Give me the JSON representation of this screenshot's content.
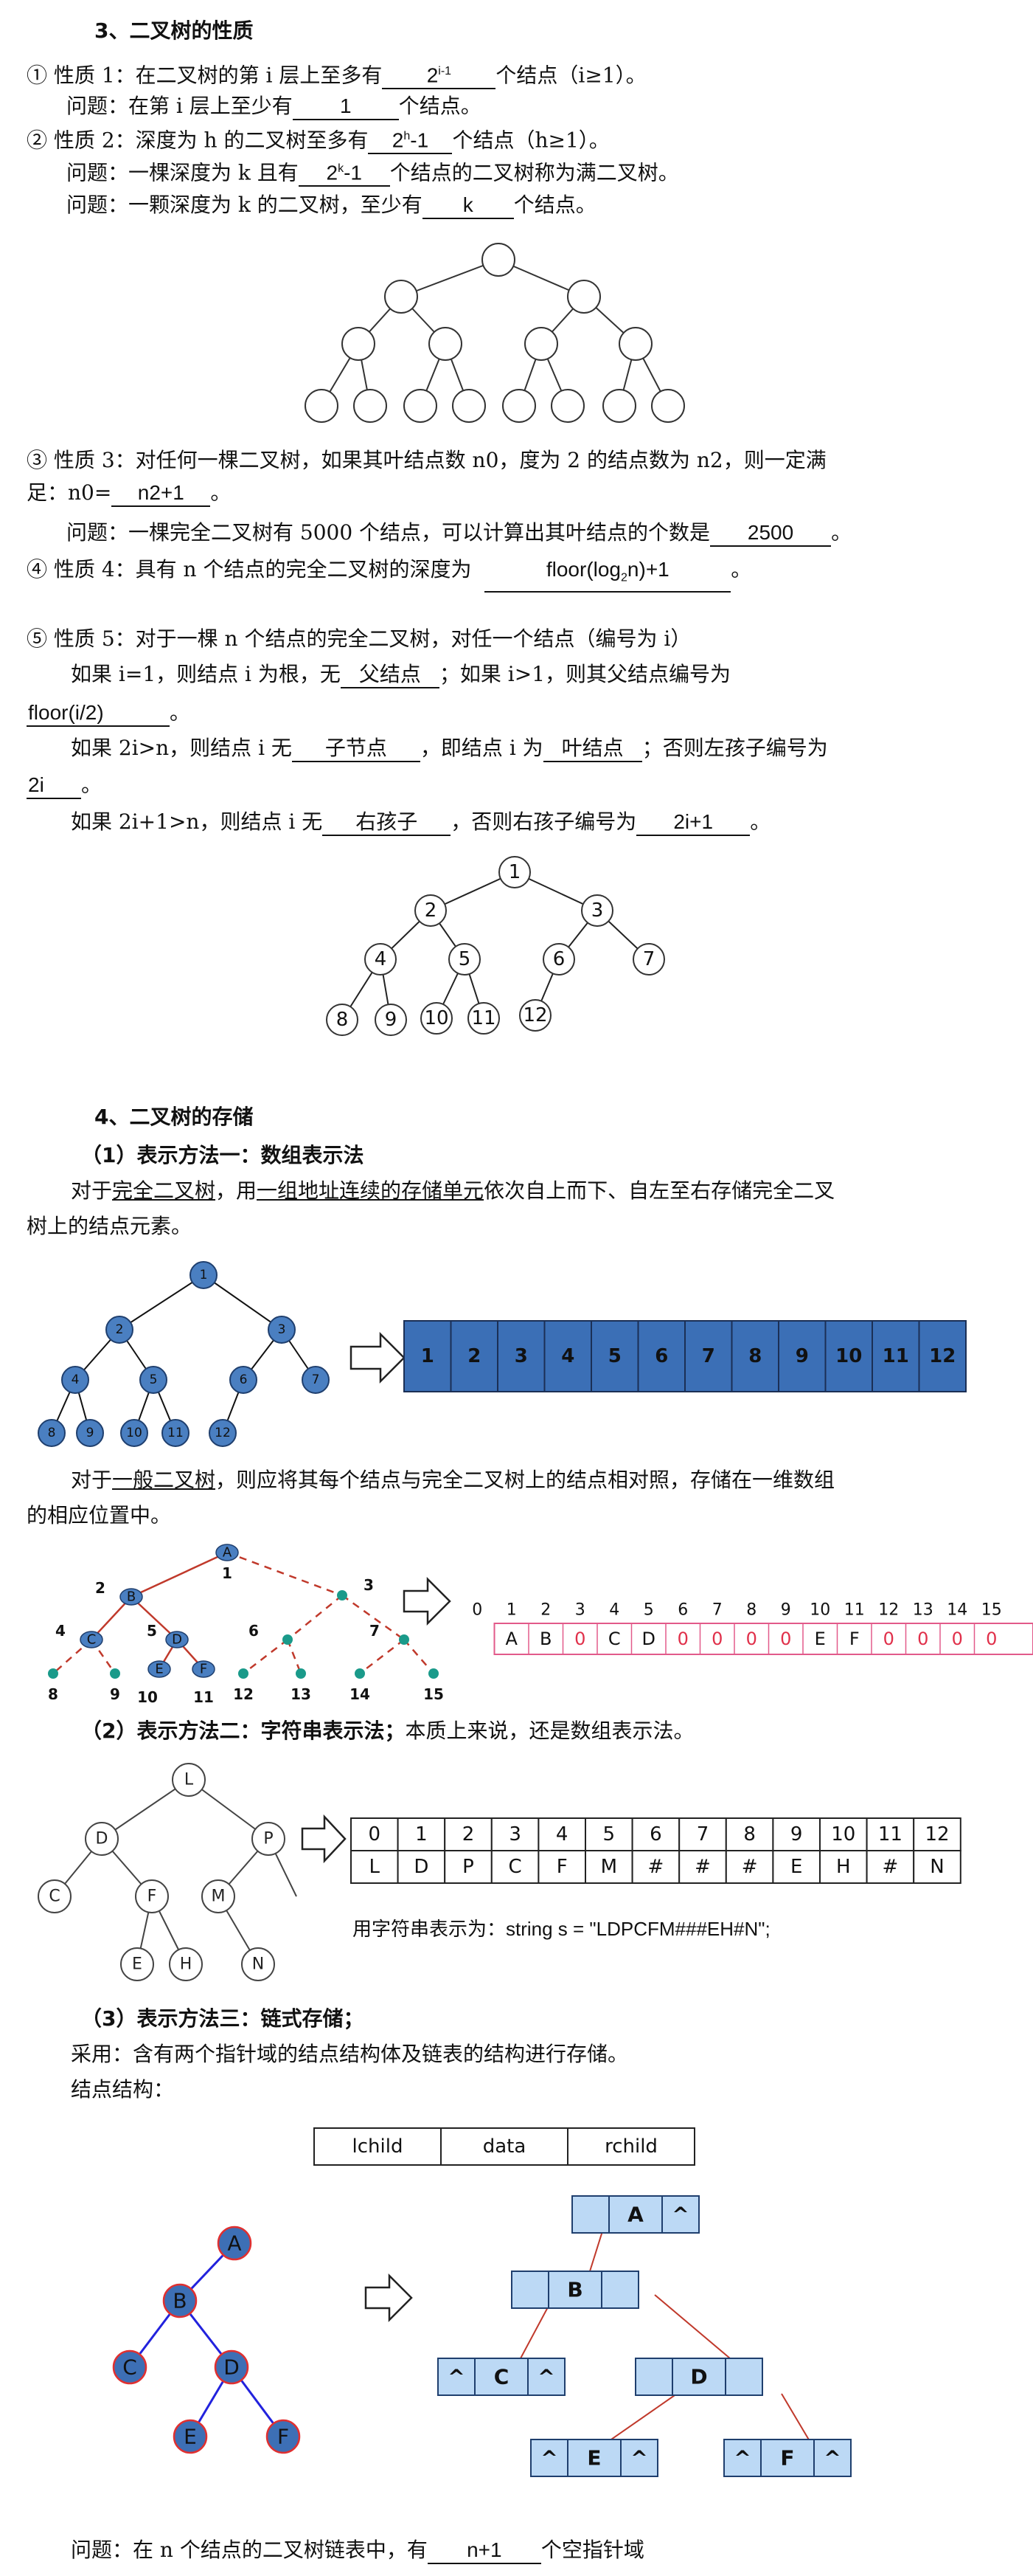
{
  "s3": {
    "title": "3、二叉树的性质",
    "p1": {
      "num": "①",
      "a": "性质 1：在二叉树的第 i 层上至多有",
      "b1": "2",
      "b2": "i-1",
      "c": "个结点（i≥1）。"
    },
    "q1": {
      "a": "问题：在第 i 层上至少有",
      "b": "1",
      "c": "个结点。"
    },
    "p2": {
      "num": "②",
      "a": "性质 2：深度为 h 的二叉树至多有",
      "b1": "2",
      "b2": "h",
      "b3": "-1",
      "c": "个结点（h≥1）。"
    },
    "q2": {
      "a": "问题：一棵深度为 k 且有",
      "b1": "2",
      "b2": "k",
      "b3": "-1",
      "c": "个结点的二叉树称为满二叉树。"
    },
    "q3": {
      "a": "问题：一颗深度为 k 的二叉树，至少有",
      "b": "k",
      "c": "个结点。"
    },
    "p3": {
      "num": "③",
      "a": "性质 3：对任何一棵二叉树，如果其叶结点数 n0，度为 2 的结点数为 n2，则一定满",
      "a2": "足：n0=",
      "b": "n2+1",
      "c": "。"
    },
    "q4": {
      "a": "问题：一棵完全二叉树有 5000 个结点，可以计算出其叶结点的个数是",
      "b": "2500",
      "c": "。"
    },
    "p4": {
      "num": "④",
      "a": "性质 4：具有 n 个结点的完全二叉树的深度为",
      "b1": "floor(log",
      "b2": "2",
      "b3": "n)+1",
      "c": "。"
    },
    "p5": {
      "num": "⑤",
      "a": "性质 5：对于一棵 n 个结点的完全二叉树，对任一个结点（编号为 i）"
    },
    "p5a": {
      "a": "如果 i=1，则结点 i 为根，无",
      "b": "父结点",
      "c": "；如果 i>1，则其父结点编号为",
      "d": "floor(i/2)",
      "e": "。"
    },
    "p5b": {
      "a": "如果 2i>n，则结点 i 无",
      "b": "子节点",
      "c": "，即结点 i 为",
      "d": "叶结点",
      "e": "；否则左孩子编号为",
      "f": "2i",
      "g": "。"
    },
    "p5c": {
      "a": "如果 2i+1>n，则结点 i 无",
      "b": "右孩子",
      "c": "，否则右孩子编号为",
      "d": "2i+1",
      "e": "。"
    },
    "tree2_labels": [
      "1",
      "2",
      "3",
      "4",
      "5",
      "6",
      "7",
      "8",
      "9",
      "10",
      "11",
      "12"
    ]
  },
  "s4": {
    "title": "4、二叉树的存储",
    "m1": {
      "title": "（1）表示方法一：数组表示法"
    },
    "m1t1": {
      "a": "对于",
      "b": "完全二叉树",
      "c": "，用",
      "d": "一组地址连续的存储单元",
      "e": "依次自上而下、自左至右存储完全二叉"
    },
    "m1t2": "树上的结点元素。",
    "m1t3": {
      "a": "对于",
      "b": "一般二叉树",
      "c": "，则应将其每个结点与完全二叉树上的结点相对照，存储在一维数组"
    },
    "m1t4": "的相应位置中。",
    "array1": [
      "1",
      "2",
      "3",
      "4",
      "5",
      "6",
      "7",
      "8",
      "9",
      "10",
      "11",
      "12"
    ],
    "tree3_labels": [
      "1",
      "2",
      "3",
      "4",
      "5",
      "6",
      "7",
      "8",
      "9",
      "10",
      "11",
      "12"
    ],
    "gen_tree_letters": [
      "A",
      "B",
      "C",
      "D",
      "E",
      "F"
    ],
    "gen_tree_nums": [
      "1",
      "2",
      "3",
      "4",
      "5",
      "6",
      "7",
      "8",
      "9",
      "10",
      "11",
      "12",
      "13",
      "14",
      "15"
    ],
    "array2_index": [
      "0",
      "1",
      "2",
      "3",
      "4",
      "5",
      "6",
      "7",
      "8",
      "9",
      "10",
      "11",
      "12",
      "13",
      "14",
      "15"
    ],
    "array2_vals": [
      "",
      "A",
      "B",
      "0",
      "C",
      "D",
      "0",
      "0",
      "0",
      "0",
      "E",
      "F",
      "0",
      "0",
      "0",
      "0"
    ],
    "m2": {
      "title": "（2）表示方法二：字符串表示法；",
      "rest": "本质上来说，还是数组表示法。"
    },
    "tree4_labels": [
      "L",
      "D",
      "P",
      "C",
      "F",
      "M",
      "E",
      "H",
      "N"
    ],
    "table_idx": [
      "0",
      "1",
      "2",
      "3",
      "4",
      "5",
      "6",
      "7",
      "8",
      "9",
      "10",
      "11",
      "12"
    ],
    "table_val": [
      "L",
      "D",
      "P",
      "C",
      "F",
      "M",
      "#",
      "#",
      "#",
      "E",
      "H",
      "#",
      "N"
    ],
    "string_note": "用字符串表示为：string s = \"LDPCFM###EH#N\";",
    "m3": {
      "title": "（3）表示方法三：链式存储；"
    },
    "m3t1": "采用：含有两个指针域的结点结构体及链表的结构进行存储。",
    "m3t2": "结点结构：",
    "node_struct": [
      "lchild",
      "data",
      "rchild"
    ],
    "tree5_labels": [
      "A",
      "B",
      "C",
      "D",
      "E",
      "F"
    ],
    "link_nodes": {
      "A": [
        "",
        "A",
        "^"
      ],
      "B": [
        "",
        "B",
        ""
      ],
      "C": [
        "^",
        "C",
        "^"
      ],
      "D": [
        "",
        "D",
        ""
      ],
      "E": [
        "^",
        "E",
        "^"
      ],
      "F": [
        "^",
        "F",
        "^"
      ]
    },
    "q5": {
      "a": "问题：在 n 个结点的二叉树链表中，有",
      "b": "n+1",
      "c": "个空指针域"
    }
  }
}
